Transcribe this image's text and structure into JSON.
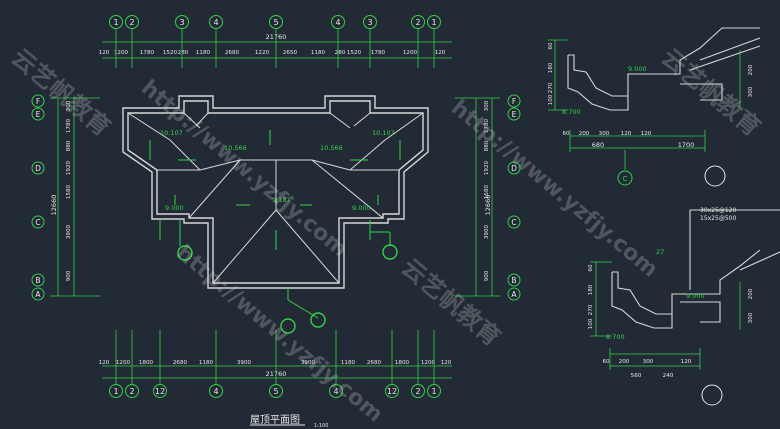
{
  "colors": {
    "background": "#222a35",
    "outline": "#d8d8d8",
    "dimension": "#33d14a",
    "text_white": "#e6e6e6",
    "text_green": "#33d14a",
    "watermark": "#c8c8c8"
  },
  "plan": {
    "title": "屋顶平面图",
    "scale": "1:100",
    "top_axes": [
      "1",
      "2",
      "3",
      "4",
      "5",
      "4",
      "3",
      "2",
      "1"
    ],
    "bottom_axes": [
      "1",
      "2",
      "12",
      "4",
      "5",
      "4",
      "12",
      "2",
      "1"
    ],
    "top_total": "21760",
    "bottom_total": "21760",
    "top_dims": [
      "120",
      "1200",
      "1780",
      "1520",
      "280",
      "1180",
      "2680",
      "1220",
      "2650",
      "1180",
      "280",
      "1520",
      "1780",
      "1200",
      "120"
    ],
    "bottom_dims": [
      "120",
      "1200",
      "1800",
      "2680",
      "1180",
      "3900",
      "3900",
      "1180",
      "2680",
      "1800",
      "1200",
      "120"
    ],
    "left_axes": [
      "F",
      "E",
      "D",
      "C",
      "B",
      "A"
    ],
    "right_axes": [
      "F",
      "E",
      "D",
      "C",
      "B",
      "A"
    ],
    "left_total": "12660",
    "right_total": "12660",
    "left_dims": [
      "300",
      "1780",
      "880",
      "1920",
      "1580",
      "3900",
      "900"
    ],
    "right_dims": [
      "300",
      "1780",
      "880",
      "1920",
      "1580",
      "3900",
      "900"
    ],
    "elevations": [
      "10.107",
      "10.107",
      "10.566",
      "10.566",
      "9.000",
      "9.000",
      "9.187"
    ]
  },
  "detail_top": {
    "label": "C",
    "elevation": "9.000",
    "elevation2": "8.700",
    "vert_dims": [
      "60",
      "180",
      "270",
      "100"
    ],
    "right_dims": [
      "200",
      "300"
    ],
    "bottom_dims": [
      "60",
      "200",
      "300",
      "120",
      "120"
    ],
    "bottom_total": "680",
    "span": "1700",
    "notes": []
  },
  "detail_bottom": {
    "notes": [
      "30x25@120",
      "15x25@500"
    ],
    "slope": "27",
    "elevation": "9.000",
    "elevation2": "8.700",
    "vert_dims": [
      "60",
      "180",
      "270",
      "100"
    ],
    "right_dims": [
      "200",
      "300"
    ],
    "bottom_dims": [
      "60",
      "200",
      "300",
      "120"
    ],
    "bottom_sub": [
      "560",
      "240"
    ]
  },
  "watermarks": [
    "http://www.yzfjy.com",
    "http://www.yzfjy.com",
    "http://www.yzfjy.com",
    "云艺帆教育",
    "云艺帆教育",
    "云艺帆教育"
  ]
}
